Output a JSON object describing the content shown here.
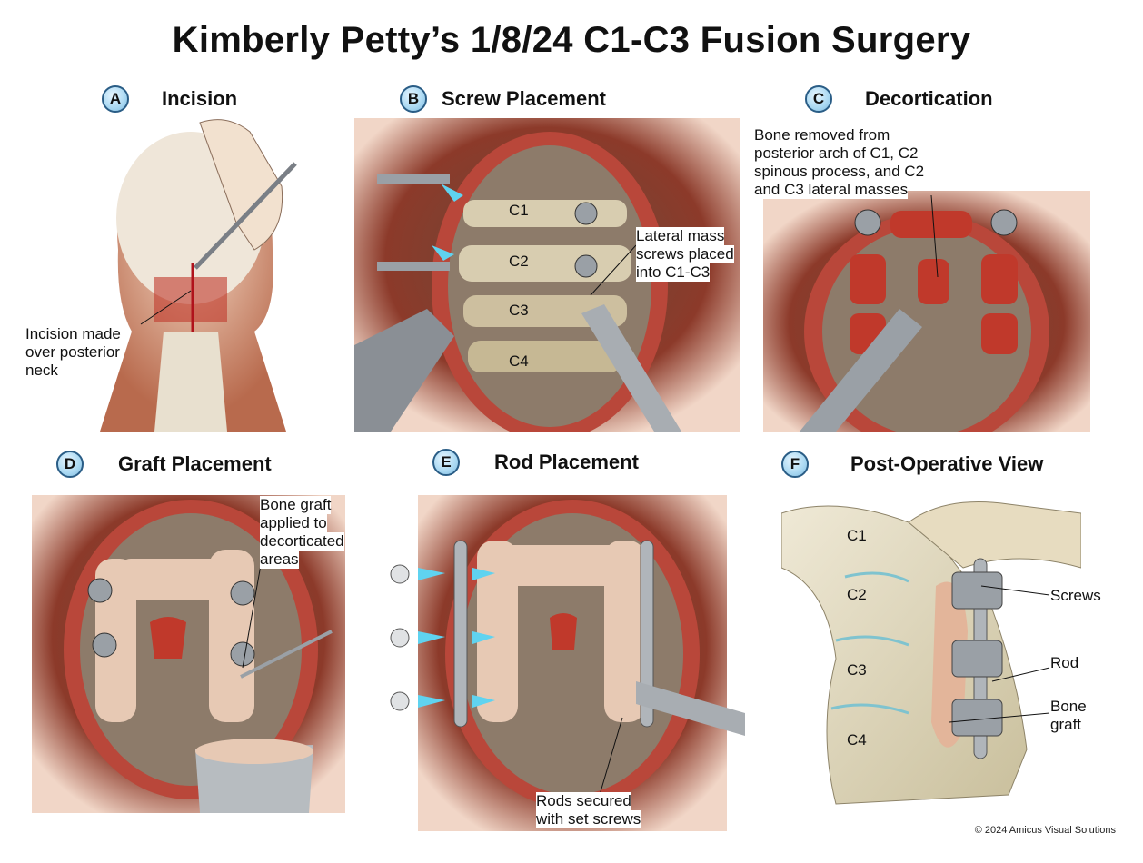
{
  "title": "Kimberly Petty’s 1/8/24 C1-C3 Fusion Surgery",
  "panels": [
    {
      "letter": "A",
      "title": "Incision",
      "labels": [
        "Incision made",
        "over posterior",
        "neck"
      ]
    },
    {
      "letter": "B",
      "title": "Screw Placement",
      "labels": [
        "C1",
        "C2",
        "C3",
        "C4",
        "Lateral mass",
        "screws placed",
        "into C1-C3"
      ]
    },
    {
      "letter": "C",
      "title": "Decortication",
      "labels": [
        "Bone removed from",
        "posterior arch of C1, C2",
        "spinous process, and C2",
        "and C3 lateral masses"
      ]
    },
    {
      "letter": "D",
      "title": "Graft Placement",
      "labels": [
        "Bone graft",
        "applied to",
        "decorticated",
        "areas"
      ]
    },
    {
      "letter": "E",
      "title": "Rod Placement",
      "labels": [
        "Rods secured",
        "with set screws"
      ]
    },
    {
      "letter": "F",
      "title": "Post-Operative View",
      "labels": [
        "C1",
        "C2",
        "C3",
        "C4",
        "Screws",
        "Rod",
        "Bone",
        "graft"
      ]
    }
  ],
  "copyright": "© 2024  Amicus Visual Solutions",
  "colors": {
    "badge_fill": "#a9d8f2",
    "arrow": "#5fd3f0",
    "tissue": "#c0392b",
    "bone": "#d8cdb0",
    "metal": "#9aa0a6"
  }
}
